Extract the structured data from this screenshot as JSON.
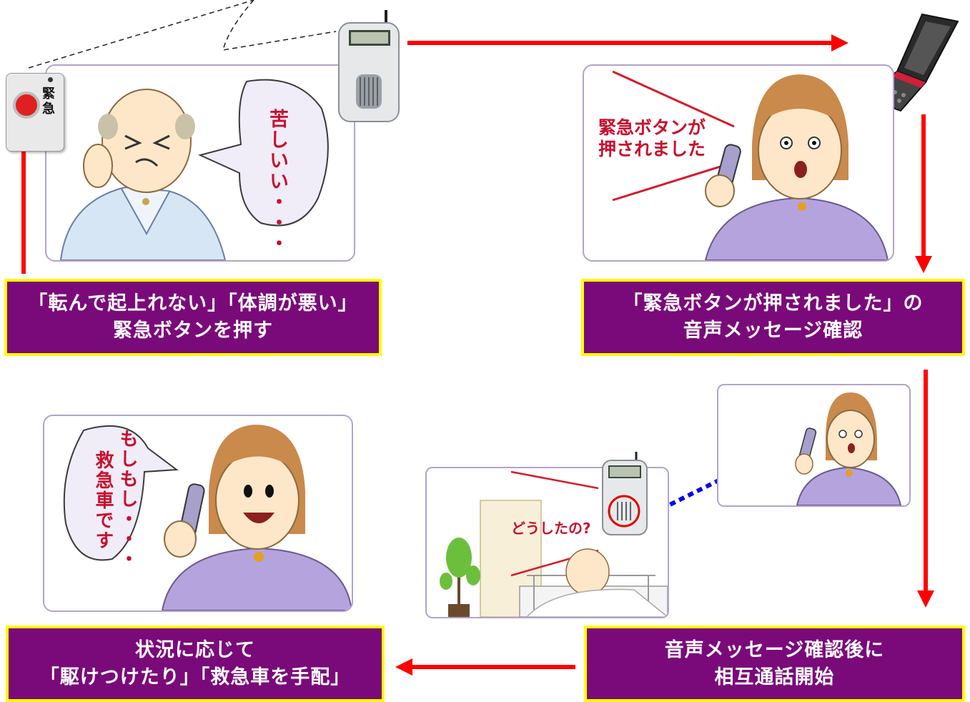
{
  "colors": {
    "caption_bg": "#7a0a7a",
    "caption_border": "#ffff00",
    "arrow_red": "#ff0000",
    "arrow_blue": "#0000ee",
    "speech_text": "#c8102e",
    "skin": "#fde7c8",
    "hair_woman": "#c98a4b",
    "shirt_woman": "#b5a3de"
  },
  "captions": {
    "step1": {
      "line1": "「転んで起上れない」「体調が悪い」",
      "line2": "緊急ボタンを押す"
    },
    "step2": {
      "line1": "「緊急ボタンが押されました」の",
      "line2": "音声メッセージ確認"
    },
    "step3": {
      "line1": "音声メッセージ確認後に",
      "line2": "相互通話開始"
    },
    "step4": {
      "line1": "状況に応じて",
      "line2": "「駆けつけたり」「救急車を手配」"
    }
  },
  "speech": {
    "elder_bubble": "苦しいい・・・",
    "phone_message_line1": "緊急ボタンが",
    "phone_message_line2": "押されました",
    "ambulance_col1": "もしもし・・・",
    "ambulance_col2": "救急車です",
    "bedroom_question": "どうしたの?"
  },
  "emergency_button": {
    "label_line1": "緊",
    "label_line2": "急"
  },
  "icons": {
    "emergency_button": "emergency-call-button-icon",
    "base_unit": "speaker-base-unit-icon",
    "mobile_phone": "flip-phone-icon"
  }
}
